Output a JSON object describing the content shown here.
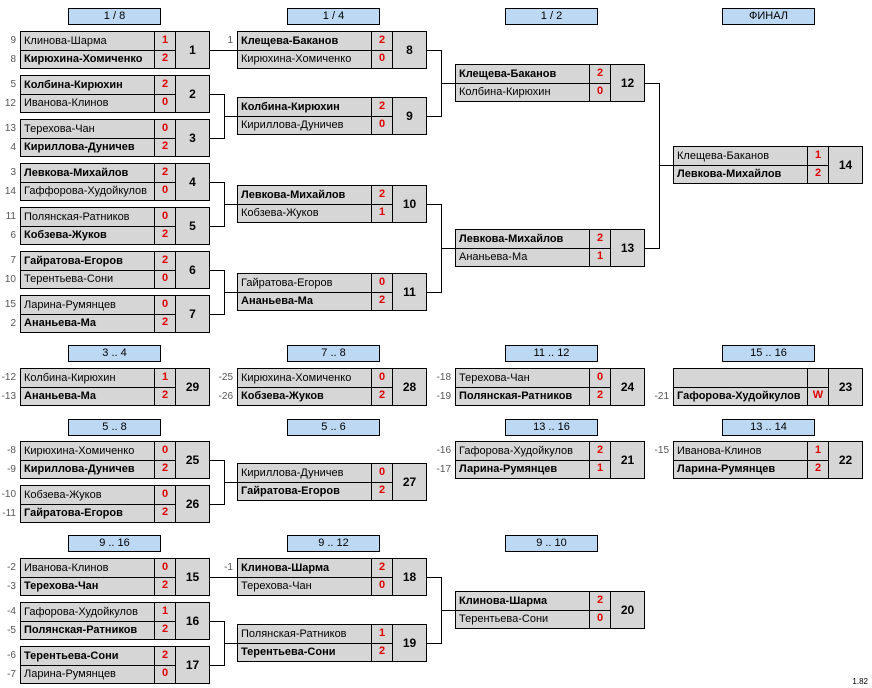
{
  "round_headers": [
    "1 / 8",
    "1 / 4",
    "1 / 2",
    "ФИНАЛ",
    "3 .. 4",
    "7 .. 8",
    "11 .. 12",
    "15 .. 16",
    "5 .. 8",
    "5 .. 6",
    "13 .. 16",
    "13 .. 14",
    "9 .. 16",
    "9 .. 12",
    "9 .. 10"
  ],
  "matches": [
    {
      "id": "1",
      "p1": {
        "seed": "9",
        "name": "Клинова-Шарма",
        "score": "1",
        "win": false
      },
      "p2": {
        "seed": "8",
        "name": "Кирюхина-Хомиченко",
        "score": "2",
        "win": true
      }
    },
    {
      "id": "2",
      "p1": {
        "seed": "5",
        "name": "Колбина-Кирюхин",
        "score": "2",
        "win": true
      },
      "p2": {
        "seed": "12",
        "name": "Иванова-Клинов",
        "score": "0",
        "win": false
      }
    },
    {
      "id": "3",
      "p1": {
        "seed": "13",
        "name": "Терехова-Чан",
        "score": "0",
        "win": false
      },
      "p2": {
        "seed": "4",
        "name": "Кириллова-Дуничев",
        "score": "2",
        "win": true
      }
    },
    {
      "id": "4",
      "p1": {
        "seed": "3",
        "name": "Левкова-Михайлов",
        "score": "2",
        "win": true
      },
      "p2": {
        "seed": "14",
        "name": "Гаффорова-Худойкулов",
        "score": "0",
        "win": false
      }
    },
    {
      "id": "5",
      "p1": {
        "seed": "11",
        "name": "Полянская-Ратников",
        "score": "0",
        "win": false
      },
      "p2": {
        "seed": "6",
        "name": "Кобзева-Жуков",
        "score": "2",
        "win": true
      }
    },
    {
      "id": "6",
      "p1": {
        "seed": "7",
        "name": "Гайратова-Егоров",
        "score": "2",
        "win": true
      },
      "p2": {
        "seed": "10",
        "name": "Терентьева-Сони",
        "score": "0",
        "win": false
      }
    },
    {
      "id": "7",
      "p1": {
        "seed": "15",
        "name": "Ларина-Румянцев",
        "score": "0",
        "win": false
      },
      "p2": {
        "seed": "2",
        "name": "Ананьева-Ма",
        "score": "2",
        "win": true
      }
    },
    {
      "id": "8",
      "p1": {
        "seed": "1",
        "name": "Клещева-Баканов",
        "score": "2",
        "win": true
      },
      "p2": {
        "seed": "",
        "name": "Кирюхина-Хомиченко",
        "score": "0",
        "win": false
      }
    },
    {
      "id": "9",
      "p1": {
        "seed": "",
        "name": "Колбина-Кирюхин",
        "score": "2",
        "win": true
      },
      "p2": {
        "seed": "",
        "name": "Кириллова-Дуничев",
        "score": "0",
        "win": false
      }
    },
    {
      "id": "10",
      "p1": {
        "seed": "",
        "name": "Левкова-Михайлов",
        "score": "2",
        "win": true
      },
      "p2": {
        "seed": "",
        "name": "Кобзева-Жуков",
        "score": "1",
        "win": false
      }
    },
    {
      "id": "11",
      "p1": {
        "seed": "",
        "name": "Гайратова-Егоров",
        "score": "0",
        "win": false
      },
      "p2": {
        "seed": "",
        "name": "Ананьева-Ма",
        "score": "2",
        "win": true
      }
    },
    {
      "id": "12",
      "p1": {
        "seed": "",
        "name": "Клещева-Баканов",
        "score": "2",
        "win": true
      },
      "p2": {
        "seed": "",
        "name": "Колбина-Кирюхин",
        "score": "0",
        "win": false
      }
    },
    {
      "id": "13",
      "p1": {
        "seed": "",
        "name": "Левкова-Михайлов",
        "score": "2",
        "win": true
      },
      "p2": {
        "seed": "",
        "name": "Ананьева-Ма",
        "score": "1",
        "win": false
      }
    },
    {
      "id": "14",
      "p1": {
        "seed": "",
        "name": "Клещева-Баканов",
        "score": "1",
        "win": false
      },
      "p2": {
        "seed": "",
        "name": "Левкова-Михайлов",
        "score": "2",
        "win": true
      }
    },
    {
      "id": "29",
      "p1": {
        "seed": "-12",
        "name": "Колбина-Кирюхин",
        "score": "1",
        "win": false
      },
      "p2": {
        "seed": "-13",
        "name": "Ананьева-Ма",
        "score": "2",
        "win": true
      }
    },
    {
      "id": "28",
      "p1": {
        "seed": "-25",
        "name": "Кирюхина-Хомиченко",
        "score": "0",
        "win": false
      },
      "p2": {
        "seed": "-26",
        "name": "Кобзева-Жуков",
        "score": "2",
        "win": true
      }
    },
    {
      "id": "24",
      "p1": {
        "seed": "-18",
        "name": "Терехова-Чан",
        "score": "0",
        "win": false
      },
      "p2": {
        "seed": "-19",
        "name": "Полянская-Ратников",
        "score": "2",
        "win": true
      }
    },
    {
      "id": "23",
      "p1": {
        "seed": "",
        "name": "",
        "score": "",
        "win": false
      },
      "p2": {
        "seed": "-21",
        "name": "Гафорова-Худойкулов",
        "score": "W",
        "win": true
      }
    },
    {
      "id": "25",
      "p1": {
        "seed": "-8",
        "name": "Кирюхина-Хомиченко",
        "score": "0",
        "win": false
      },
      "p2": {
        "seed": "-9",
        "name": "Кириллова-Дуничев",
        "score": "2",
        "win": true
      }
    },
    {
      "id": "26",
      "p1": {
        "seed": "-10",
        "name": "Кобзева-Жуков",
        "score": "0",
        "win": false
      },
      "p2": {
        "seed": "-11",
        "name": "Гайратова-Егоров",
        "score": "2",
        "win": true
      }
    },
    {
      "id": "27",
      "p1": {
        "seed": "",
        "name": "Кириллова-Дуничев",
        "score": "0",
        "win": false
      },
      "p2": {
        "seed": "",
        "name": "Гайратова-Егоров",
        "score": "2",
        "win": true
      }
    },
    {
      "id": "21",
      "p1": {
        "seed": "-16",
        "name": "Гафорова-Худойкулов",
        "score": "2",
        "win": false
      },
      "p2": {
        "seed": "-17",
        "name": "Ларина-Румянцев",
        "score": "1",
        "win": true
      }
    },
    {
      "id": "22",
      "p1": {
        "seed": "-15",
        "name": "Иванова-Клинов",
        "score": "1",
        "win": false
      },
      "p2": {
        "seed": "",
        "name": "Ларина-Румянцев",
        "score": "2",
        "win": true
      }
    },
    {
      "id": "15",
      "p1": {
        "seed": "-2",
        "name": "Иванова-Клинов",
        "score": "0",
        "win": false
      },
      "p2": {
        "seed": "-3",
        "name": "Терехова-Чан",
        "score": "2",
        "win": true
      }
    },
    {
      "id": "16",
      "p1": {
        "seed": "-4",
        "name": "Гафорова-Худойкулов",
        "score": "1",
        "win": false
      },
      "p2": {
        "seed": "-5",
        "name": "Полянская-Ратников",
        "score": "2",
        "win": true
      }
    },
    {
      "id": "17",
      "p1": {
        "seed": "-6",
        "name": "Терентьева-Сони",
        "score": "2",
        "win": true
      },
      "p2": {
        "seed": "-7",
        "name": "Ларина-Румянцев",
        "score": "0",
        "win": false
      }
    },
    {
      "id": "18",
      "p1": {
        "seed": "-1",
        "name": "Клинова-Шарма",
        "score": "2",
        "win": true
      },
      "p2": {
        "seed": "",
        "name": "Терехова-Чан",
        "score": "0",
        "win": false
      }
    },
    {
      "id": "19",
      "p1": {
        "seed": "",
        "name": "Полянская-Ратников",
        "score": "1",
        "win": false
      },
      "p2": {
        "seed": "",
        "name": "Терентьева-Сони",
        "score": "2",
        "win": true
      }
    },
    {
      "id": "20",
      "p1": {
        "seed": "",
        "name": "Клинова-Шарма",
        "score": "2",
        "win": true
      },
      "p2": {
        "seed": "",
        "name": "Терентьева-Сони",
        "score": "0",
        "win": false
      }
    }
  ],
  "version": "1.82"
}
